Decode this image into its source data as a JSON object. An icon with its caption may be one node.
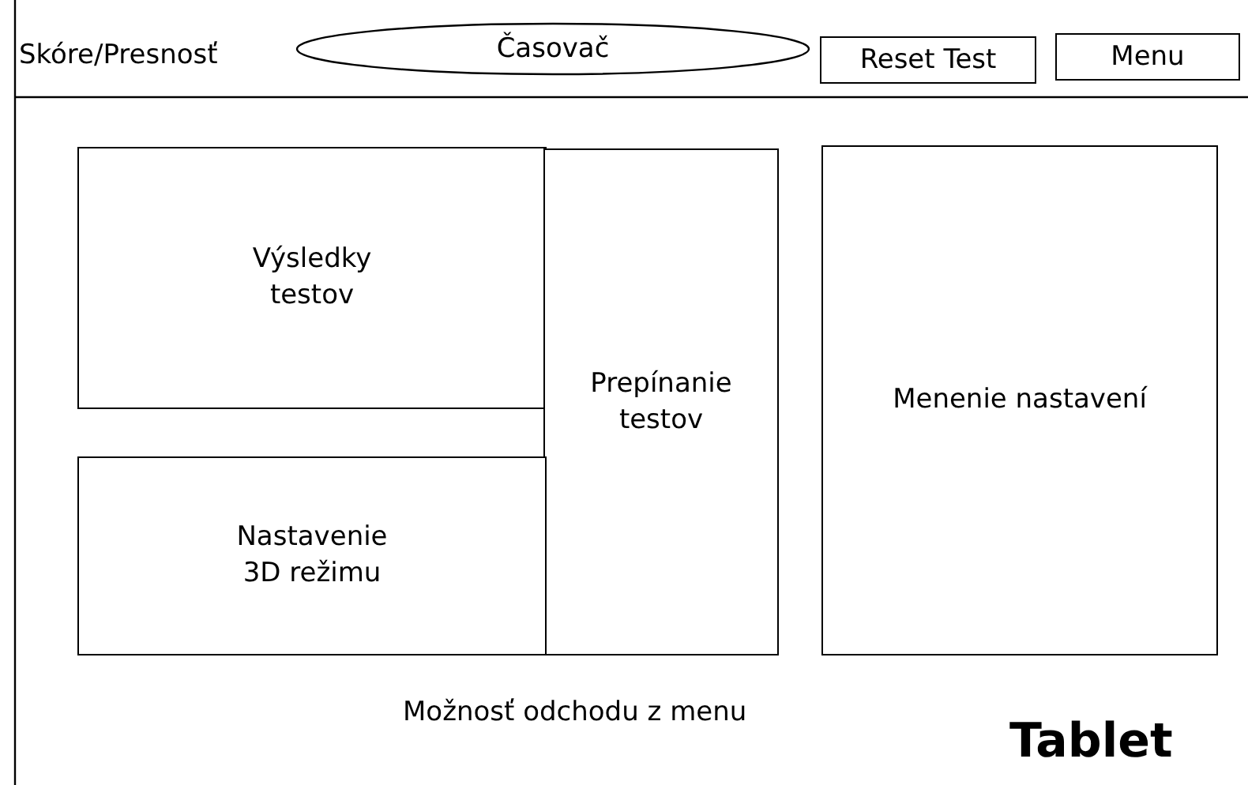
{
  "diagram": {
    "nodes": [
      {
        "text": [
          "Časovač"
        ]
      },
      {
        "text": [
          "Reset Test"
        ]
      },
      {
        "text": [
          "Menu"
        ]
      },
      {
        "text": [
          "Výsledky testov"
        ]
      },
      {
        "text": [
          "Prepínanie testov"
        ]
      },
      {
        "text": [
          "Menenie nastavení"
        ]
      },
      {
        "text": [
          "Nastavenie 3D režimu"
        ]
      }
    ],
    "labels": [
      "Skóre/Presnosť",
      "Možnosť odchodu z menu",
      "Tablet"
    ]
  }
}
